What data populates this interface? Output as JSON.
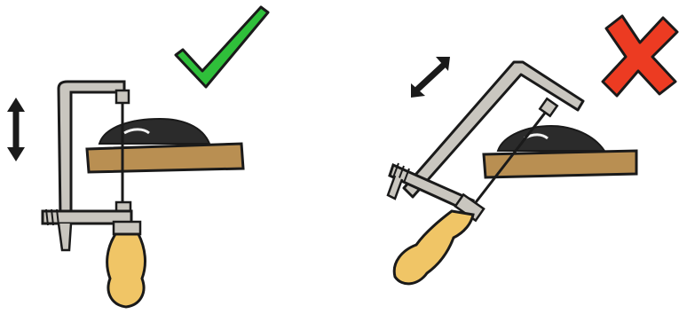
{
  "panels": [
    {
      "id": "correct",
      "verdict": "correct",
      "verdict_icon": "check-mark-icon",
      "motion_icon": "vertical-double-arrow-icon"
    },
    {
      "id": "incorrect",
      "verdict": "incorrect",
      "verdict_icon": "cross-mark-icon",
      "motion_icon": "diagonal-double-arrow-icon"
    }
  ],
  "colors": {
    "check": "#2fbf3a",
    "cross": "#ec3b22",
    "outline": "#1a1a1a",
    "frame": "#c9c6bf",
    "wood": "#b98f52",
    "handle": "#f0c566",
    "workpiece": "#2b2b2b"
  }
}
